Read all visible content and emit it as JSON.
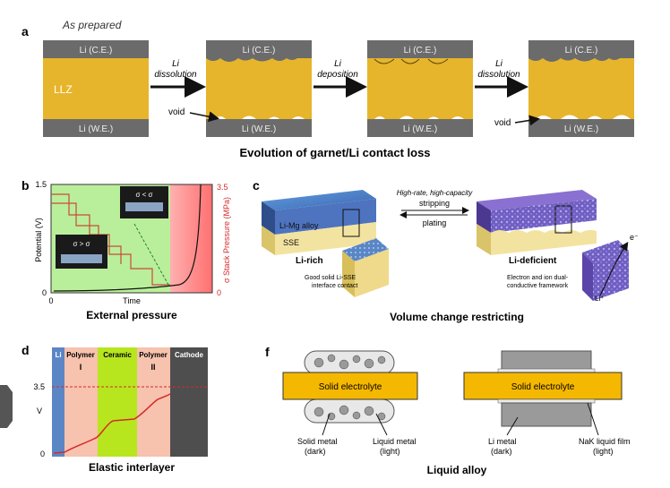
{
  "panel_a": {
    "letter": "a",
    "as_prepared": "As prepared",
    "li_ce": "Li (C.E.)",
    "li_we": "Li (W.E.)",
    "llz": "LLZ",
    "step1": [
      "Li",
      "dissolution"
    ],
    "step2": [
      "Li",
      "deposition"
    ],
    "step3": [
      "Li",
      "dissolution"
    ],
    "void": "void",
    "caption": "Evolution of garnet/Li contact loss"
  },
  "panel_b": {
    "letter": "b",
    "y_left_max": "1.5",
    "y_left_min": "0",
    "y_left_label": "Potential (V)",
    "y_right_max": "3.5",
    "y_right_min": "0",
    "y_right_label": "σ Stack Pressure (MPa)",
    "x_label": "Time",
    "x_min": "0",
    "inset_low": "σ < σ",
    "inset_high": "σ > σ",
    "caption": "External pressure"
  },
  "panel_c": {
    "letter": "c",
    "top_note": "High-rate, high-capacity",
    "stripping": "stripping",
    "plating": "plating",
    "li_mg_alloy": "Li-Mg alloy",
    "sse": "SSE",
    "li_rich": "Li-rich",
    "li_deficient": "Li-deficient",
    "good_contact": [
      "Good solid Li-SSE",
      "interface contact"
    ],
    "framework": [
      "Electron and ion dual-",
      "conductive framework"
    ],
    "e_label": "e⁻",
    "li_plus": "Li⁺",
    "caption": "Volume change restricting"
  },
  "panel_d": {
    "letter": "d",
    "layers": [
      "Li",
      "Polymer",
      "Ceramic",
      "Polymer",
      "Cathode"
    ],
    "sub_i": "I",
    "sub_ii": "II",
    "y_tick": "3.5",
    "y_label": "V",
    "y_zero": "0",
    "caption": "Elastic interlayer"
  },
  "panel_f": {
    "letter": "f",
    "solid_electrolyte": "Solid electrolyte",
    "solid_metal": [
      "Solid metal",
      "(dark)"
    ],
    "liquid_metal": [
      "Liquid metal",
      "(light)"
    ],
    "li_metal": [
      "Li metal",
      "(dark)"
    ],
    "nak_film": [
      "NaK liquid film",
      "(light)"
    ],
    "caption": "Liquid alloy"
  },
  "colors": {
    "gold": "#e7b52b",
    "li_gray": "#6b6b6b",
    "green": "#b9ef9a",
    "pink": "#ff8a8a",
    "blue": "#5b86c6",
    "purple": "#7b5fb8",
    "lime": "#b7e61e",
    "salmon": "#f7c2ae",
    "cathode": "#4e4e4e",
    "red": "#d42a2a"
  }
}
